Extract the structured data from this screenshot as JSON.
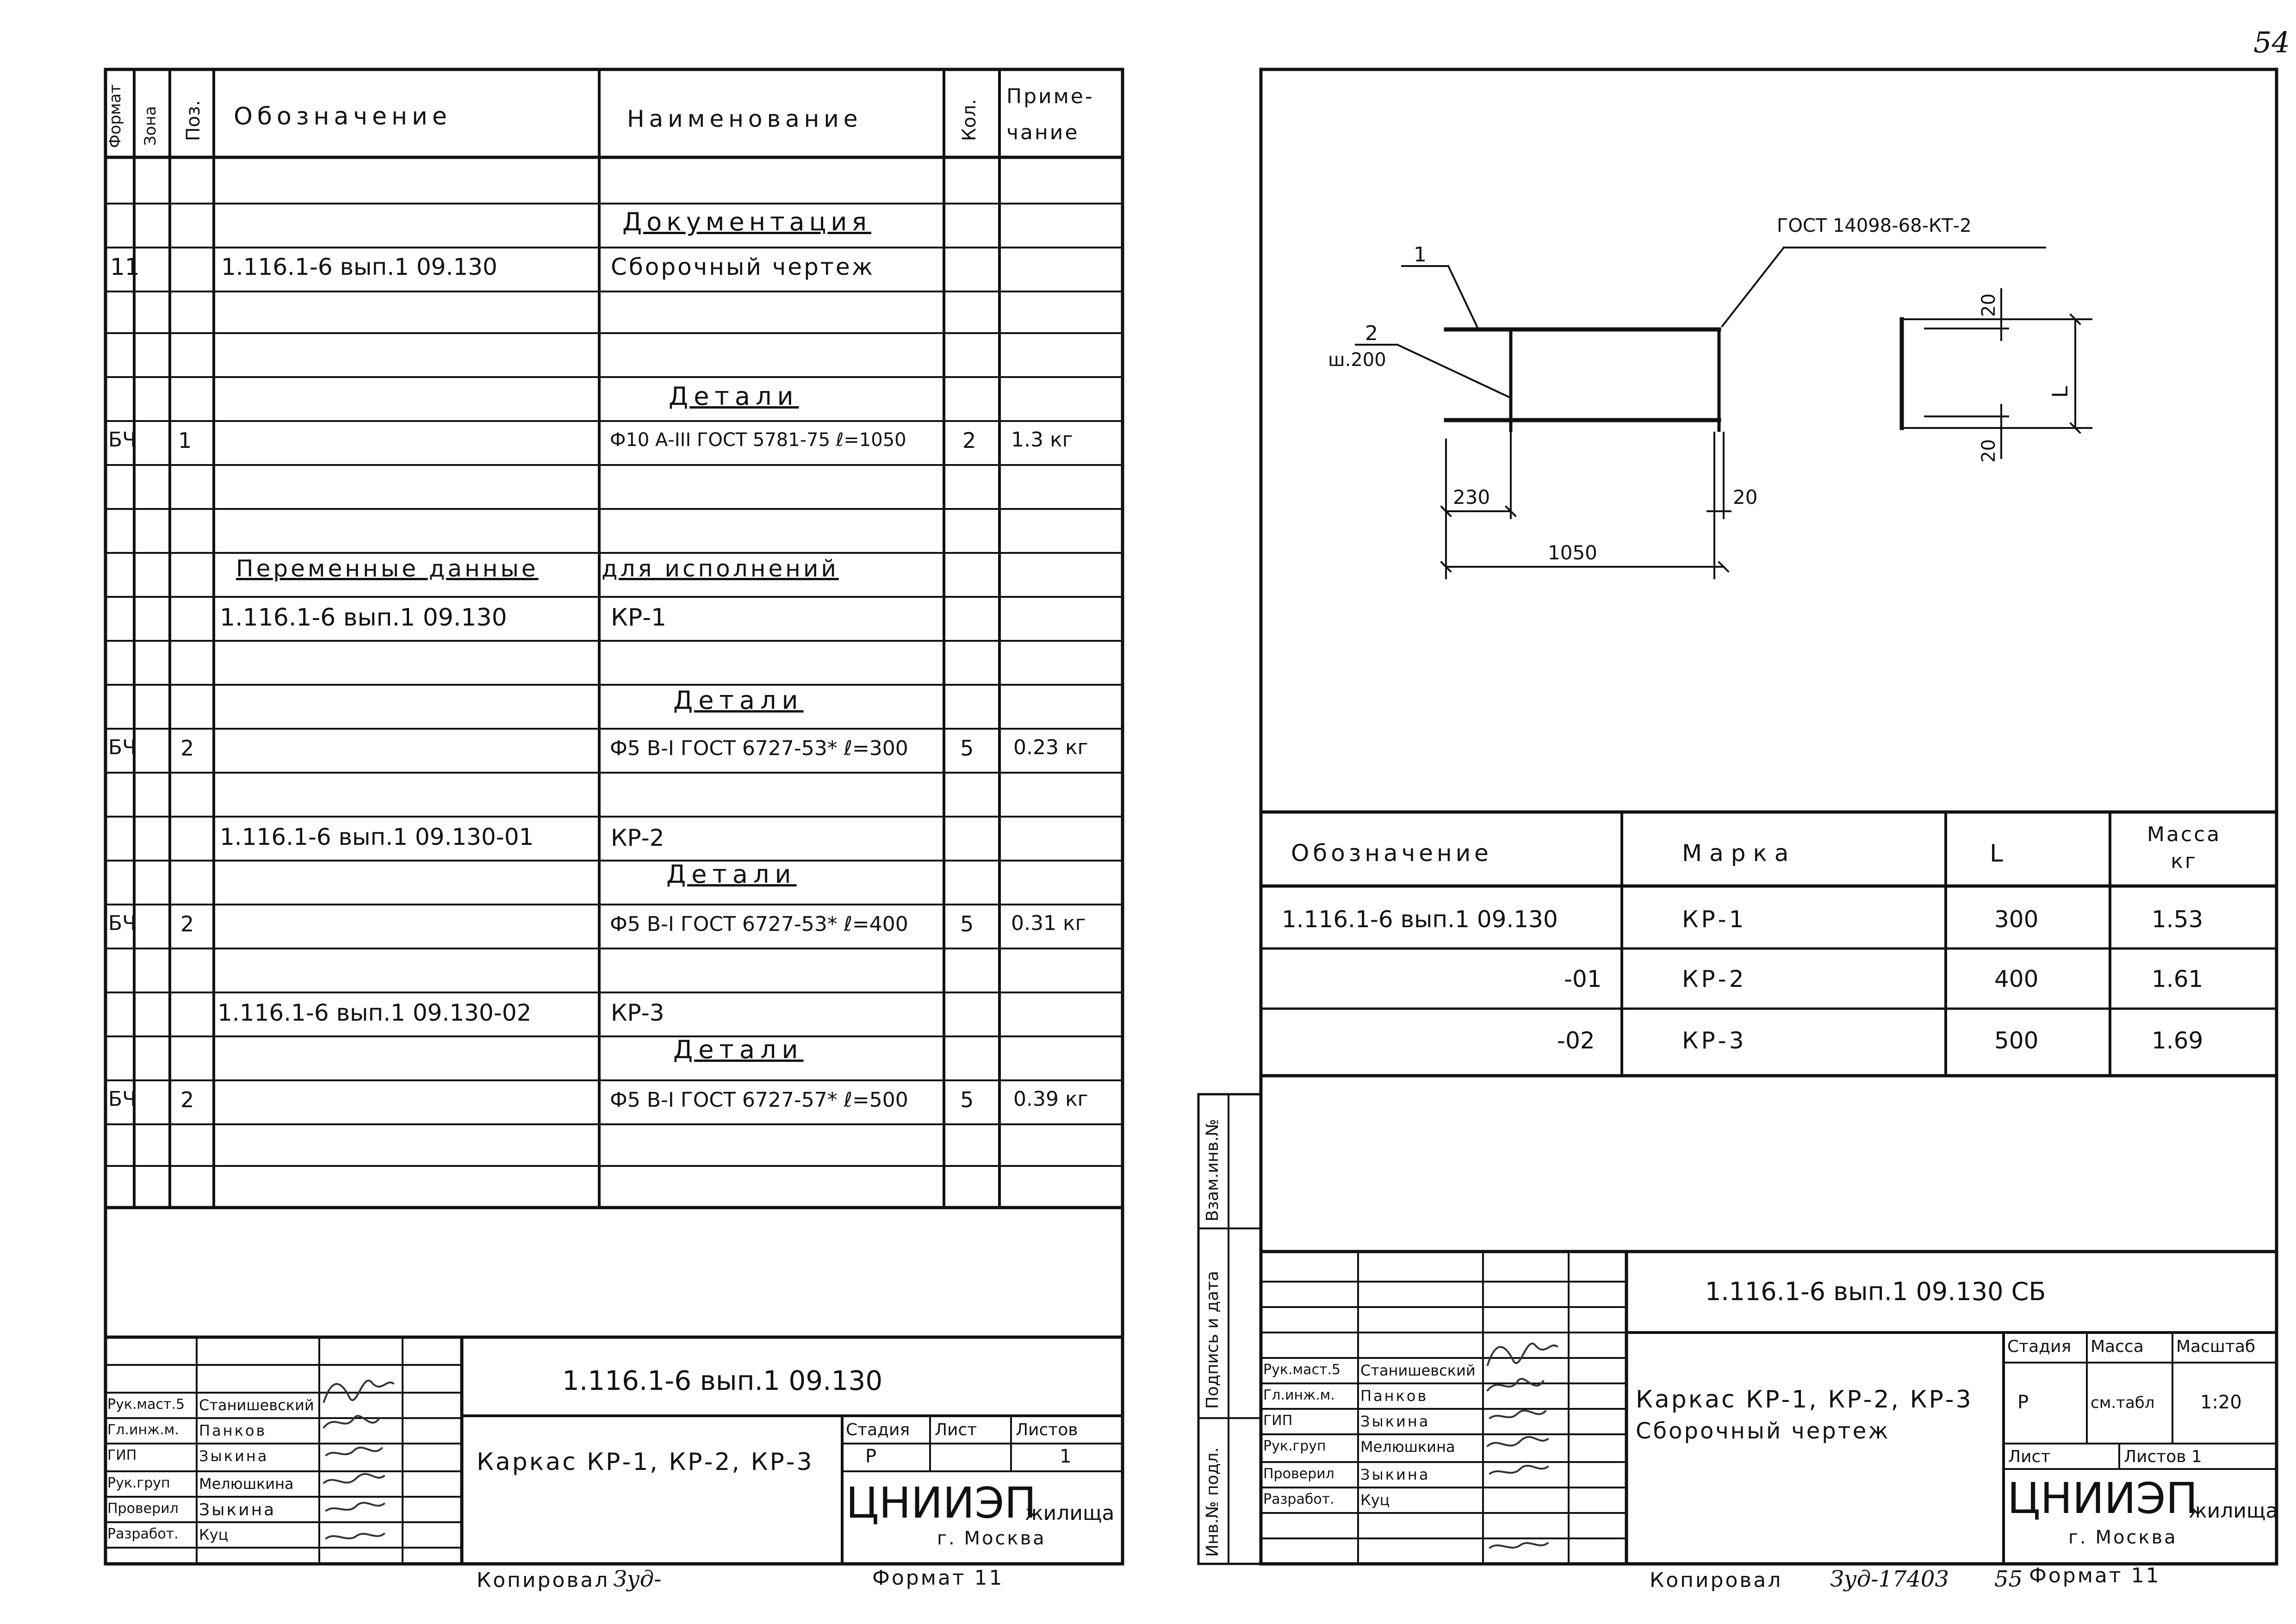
{
  "page_number": "54",
  "left_sheet": {
    "header": {
      "format": "Формат",
      "zone": "Зона",
      "pos": "Поз.",
      "designation": "Обозначение",
      "name": "Наименование",
      "qty": "Кол.",
      "note": "Приме-\nчание"
    },
    "rows": {
      "documentation_heading": "Документация",
      "doc_format": "11",
      "doc_designation": "1.116.1-6 вып.1 09.130",
      "doc_name": "Сборочный чертеж",
      "parts1_heading": "Детали",
      "p1_format": "БЧ",
      "p1_pos": "1",
      "p1_name": "Ф10 А-III ГОСТ 5781-75 ℓ=1050",
      "p1_qty": "2",
      "p1_note": "1.3 кг",
      "variable_heading_a": "Переменные данные",
      "variable_heading_b": "для исполнений",
      "v1_designation": "1.116.1-6 вып.1 09.130",
      "v1_name": "КР-1",
      "parts2_heading": "Детали",
      "p2_format": "БЧ",
      "p2_pos": "2",
      "p2_name": "Ф5 В-I ГОСТ 6727-53* ℓ=300",
      "p2_qty": "5",
      "p2_note": "0.23 кг",
      "v2_designation": "1.116.1-6 вып.1 09.130-01",
      "v2_name": "КР-2",
      "parts3_heading": "Детали",
      "p3_format": "БЧ",
      "p3_pos": "2",
      "p3_name": "Ф5 В-I ГОСТ 6727-53* ℓ=400",
      "p3_qty": "5",
      "p3_note": "0.31 кг",
      "v3_designation": "1.116.1-6 вып.1 09.130-02",
      "v3_name": "КР-3",
      "parts4_heading": "Детали",
      "p4_format": "БЧ",
      "p4_pos": "2",
      "p4_name": "Ф5 В-I ГОСТ 6727-57* ℓ=500",
      "p4_qty": "5",
      "p4_note": "0.39 кг"
    },
    "title_block": {
      "code": "1.116.1-6 вып.1 09.130",
      "title": "Каркас КР-1, КР-2, КР-3",
      "stage_label": "Стадия",
      "sheet_label": "Лист",
      "sheets_label": "Листов",
      "stage_value": "Р",
      "sheets_value": "1",
      "org_big": "ЦНИИЭП",
      "org_small": "жилища",
      "org_city": "г. Москва",
      "roles": [
        "Рук.маст.5",
        "Гл.инж.м.",
        "ГИП",
        "Рук.груп",
        "Проверил",
        "Разработ."
      ],
      "names": [
        "Станишевский",
        "Панков",
        "Зыкина",
        "Мелюшкина",
        "Зыкина",
        "Куц"
      ],
      "copied": "Копировал",
      "copied_sign": "Зуд-",
      "format": "Формат 11"
    }
  },
  "right_sheet": {
    "drawing": {
      "callout_1": "1",
      "callout_2": "2",
      "step": "ш.200",
      "gost_note": "ГОСТ 14098-68-КТ-2",
      "dim_230": "230",
      "dim_20a": "20",
      "dim_1050": "1050",
      "dim_20b": "20",
      "dim_20c": "20",
      "dim_L": "L"
    },
    "table": {
      "headers": [
        "Обозначение",
        "Марка",
        "L",
        "Масса\nкг"
      ],
      "rows": [
        [
          "1.116.1-6 вып.1 09.130",
          "КР-1",
          "300",
          "1.53"
        ],
        [
          "-01",
          "КР-2",
          "400",
          "1.61"
        ],
        [
          "-02",
          "КР-3",
          "500",
          "1.69"
        ]
      ]
    },
    "side_stamps": [
      "Взам.инв.№",
      "Подпись и дата",
      "Инв.№ подл."
    ],
    "title_block": {
      "code": "1.116.1-6 вып.1 09.130 СБ",
      "title_line1": "Каркас КР-1, КР-2, КР-3",
      "title_line2": "Сборочный чертеж",
      "stage_label": "Стадия",
      "mass_label": "Масса",
      "scale_label": "Масштаб",
      "stage_value": "Р",
      "mass_value": "см.табл",
      "scale_value": "1:20",
      "sheet_label": "Лист",
      "sheets_label": "Листов 1",
      "org_big": "ЦНИИЭП",
      "org_small": "жилища",
      "org_city": "г. Москва",
      "roles": [
        "Рук.маст.5",
        "Гл.инж.м.",
        "ГИП",
        "Рук.груп",
        "Проверил",
        "Разработ."
      ],
      "names": [
        "Станишевский",
        "Панков",
        "Зыкина",
        "Мелюшкина",
        "Зыкина",
        "Куц"
      ],
      "copied": "Копировал",
      "copied_sign": "Зуд-17403",
      "page_no": "55",
      "format": "Формат 11"
    }
  }
}
